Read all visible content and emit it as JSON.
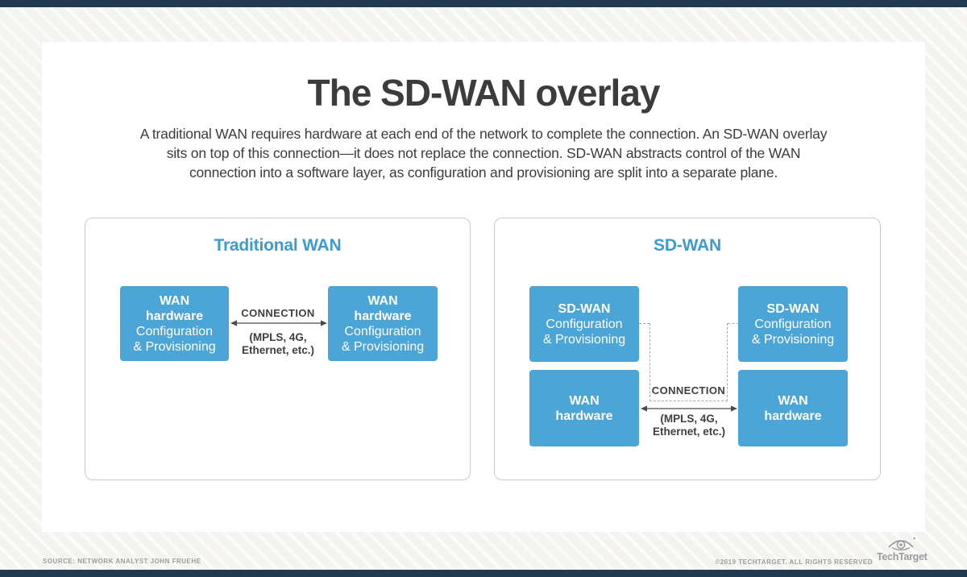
{
  "page": {
    "title": "The SD-WAN overlay",
    "subtitle": "A traditional WAN requires hardware at each end of the network to complete the connection. An SD-WAN overlay\nsits on top of this connection—it does not replace the connection. SD-WAN abstracts control of the WAN\nconnection into a software layer, as configuration and provisioning are split into a separate plane."
  },
  "diagram": {
    "traditional": {
      "title": "Traditional WAN",
      "boxes": [
        {
          "title": "WAN\nhardware",
          "sub": "Configuration\n& Provisioning"
        },
        {
          "title": "WAN\nhardware",
          "sub": "Configuration\n& Provisioning"
        }
      ],
      "connection": {
        "label": "CONNECTION",
        "detail": "(MPLS, 4G,\nEthernet, etc.)"
      }
    },
    "sdwan": {
      "title": "SD-WAN",
      "top_boxes": [
        {
          "title": "SD-WAN",
          "sub": "Configuration\n& Provisioning"
        },
        {
          "title": "SD-WAN",
          "sub": "Configuration\n& Provisioning"
        }
      ],
      "bottom_boxes": [
        {
          "title": "WAN\nhardware"
        },
        {
          "title": "WAN\nhardware"
        }
      ],
      "connection": {
        "label": "CONNECTION",
        "detail": "(MPLS, 4G,\nEthernet, etc.)"
      }
    }
  },
  "footer": {
    "source": "SOURCE: NETWORK ANALYST JOHN FRUEHE",
    "copyright": "©2019 TECHTARGET. ALL RIGHTS RESERVED",
    "logo_text": "TechTarget"
  },
  "colors": {
    "box_blue": "#4ba5d7",
    "heading_blue": "#3d9bd2",
    "bar_navy": "#213a51",
    "text_dark": "#3c3c3c",
    "muted_gray": "#9c9c9c"
  }
}
